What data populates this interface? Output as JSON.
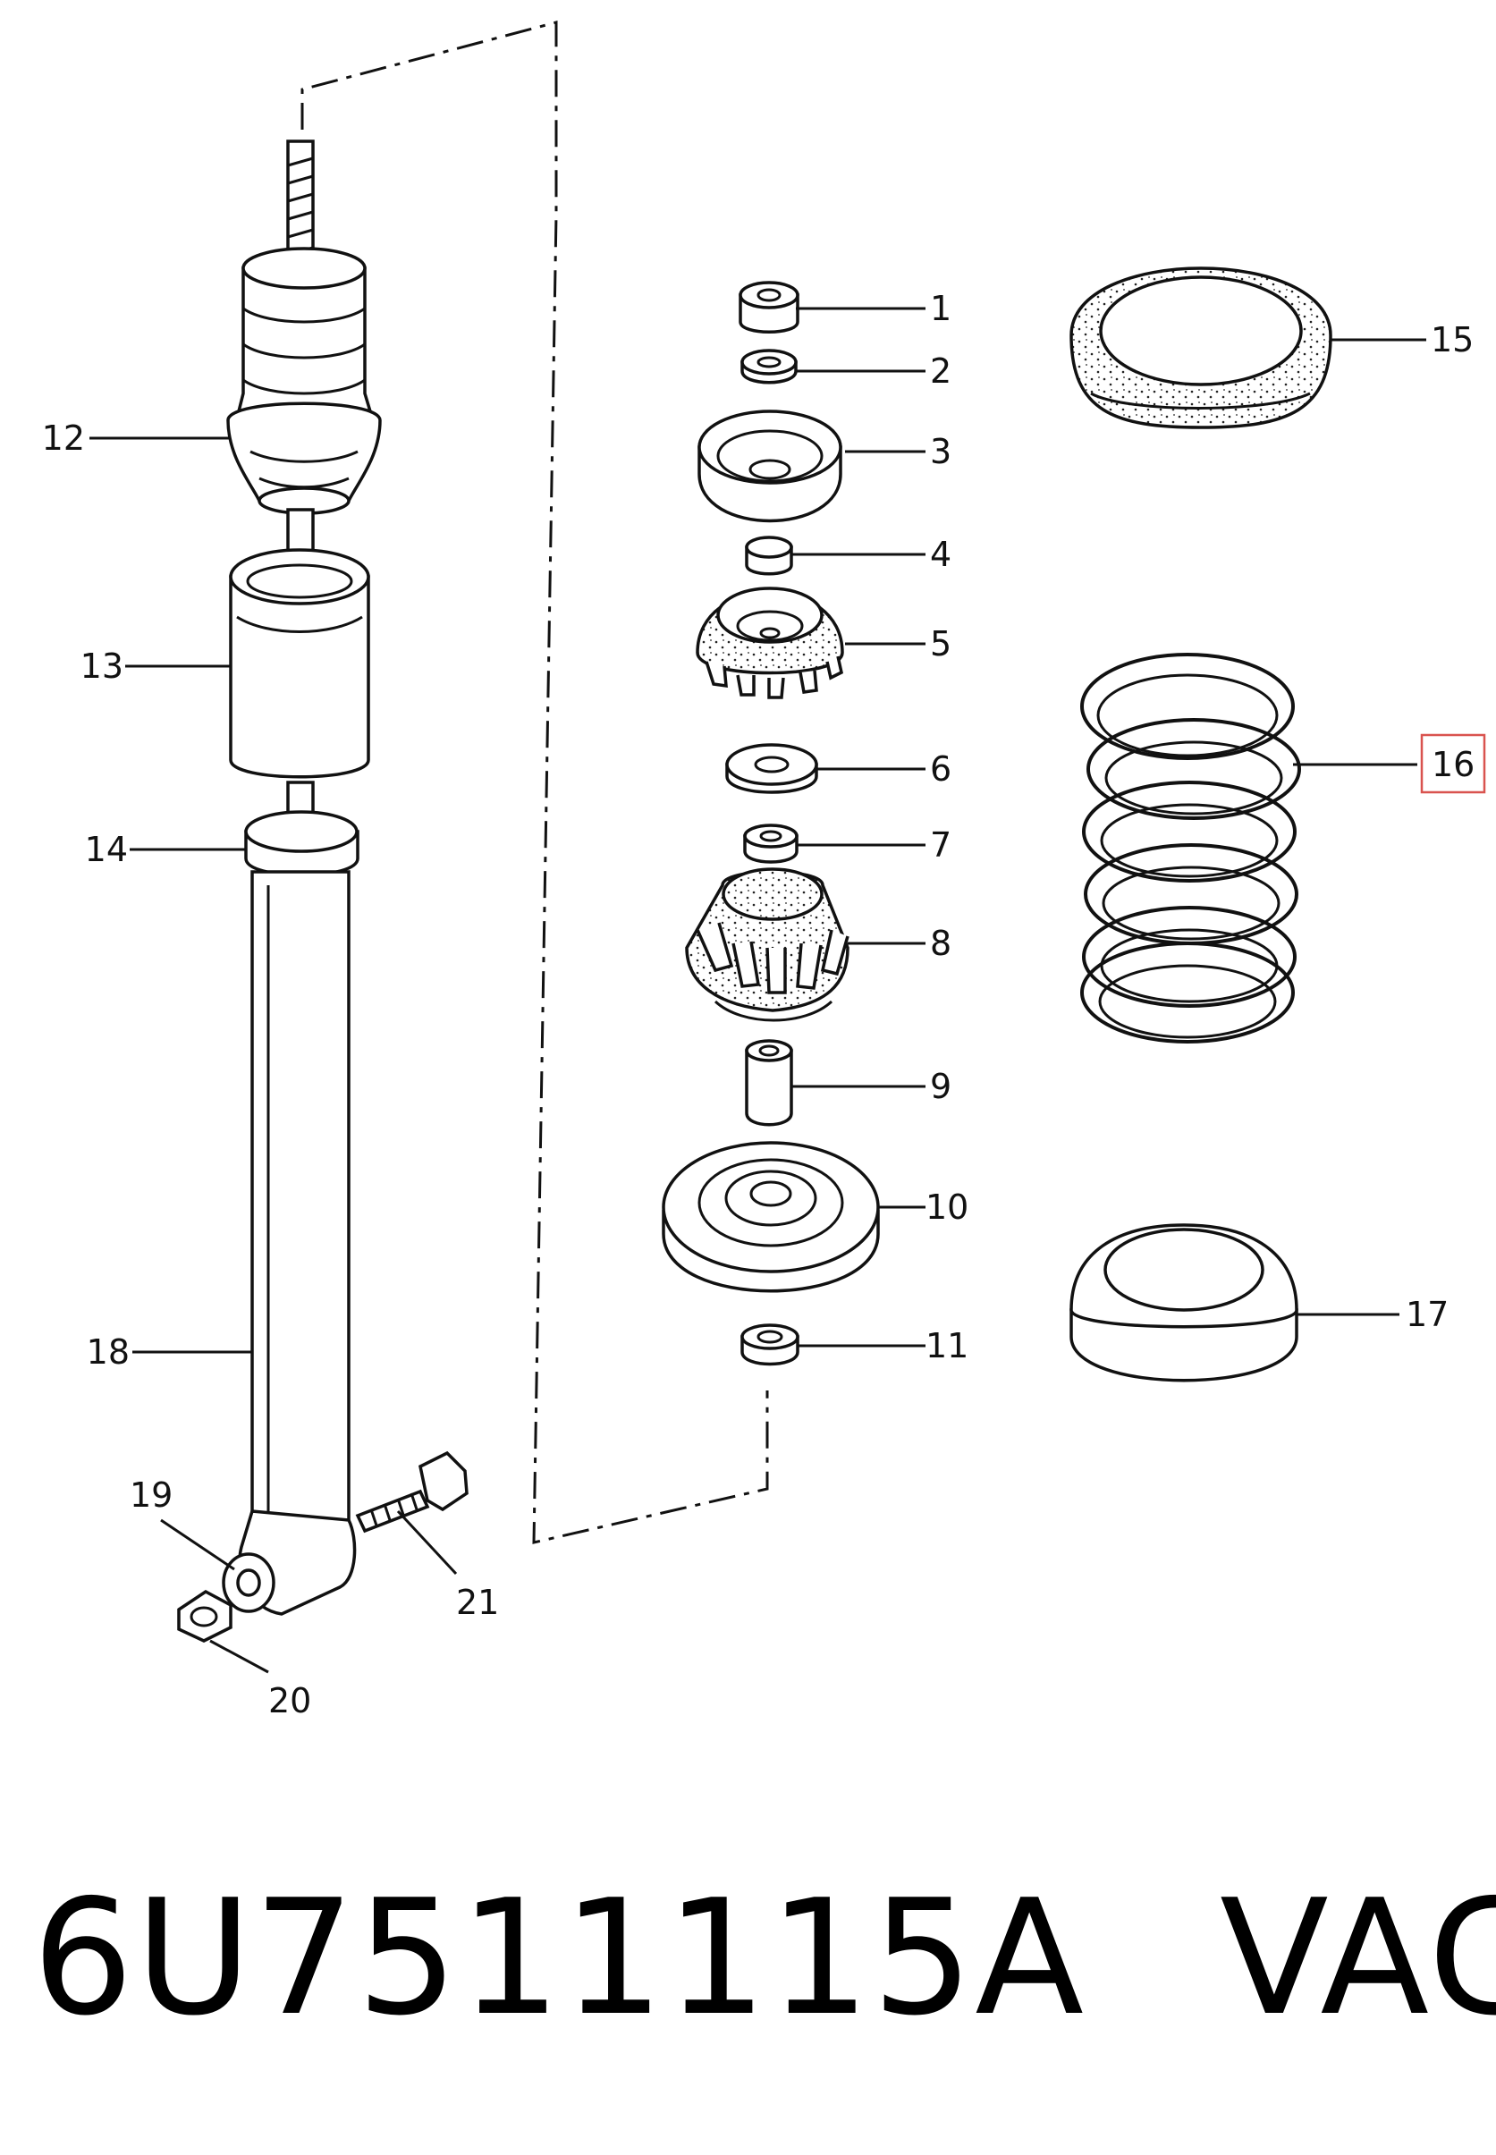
{
  "callouts": [
    {
      "id": "1",
      "text": "1"
    },
    {
      "id": "2",
      "text": "2"
    },
    {
      "id": "3",
      "text": "3"
    },
    {
      "id": "4",
      "text": "4"
    },
    {
      "id": "5",
      "text": "5"
    },
    {
      "id": "6",
      "text": "6"
    },
    {
      "id": "7",
      "text": "7"
    },
    {
      "id": "8",
      "text": "8"
    },
    {
      "id": "9",
      "text": "9"
    },
    {
      "id": "10",
      "text": "10"
    },
    {
      "id": "11",
      "text": "11"
    },
    {
      "id": "12",
      "text": "12"
    },
    {
      "id": "13",
      "text": "13"
    },
    {
      "id": "14",
      "text": "14"
    },
    {
      "id": "15",
      "text": "15"
    },
    {
      "id": "16",
      "text": "16"
    },
    {
      "id": "17",
      "text": "17"
    },
    {
      "id": "18",
      "text": "18"
    },
    {
      "id": "19",
      "text": "19"
    },
    {
      "id": "20",
      "text": "20"
    },
    {
      "id": "21",
      "text": "21"
    }
  ],
  "highlighted_callout": "16",
  "highlight_color": "#d9534f",
  "footer": {
    "part_number": "6U7511115A",
    "brand": "VAG"
  }
}
